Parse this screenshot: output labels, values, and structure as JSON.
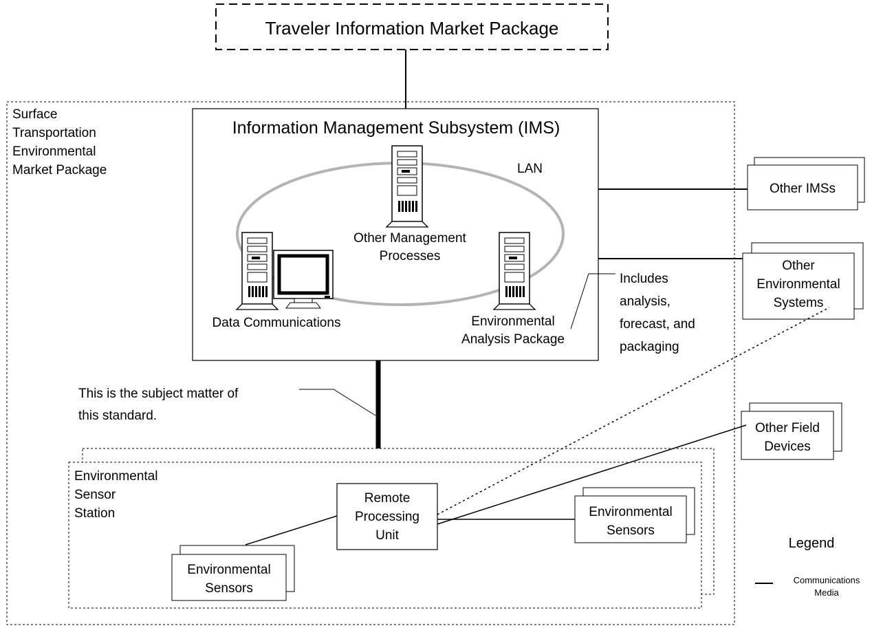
{
  "traveler_package": {
    "label": "Traveler Information Market Package"
  },
  "ste_package": {
    "lines": [
      "Surface",
      "Transportation",
      "Environmental",
      "Market Package"
    ]
  },
  "ims": {
    "title": "Information Management Subsystem (IMS)",
    "lan_label": "LAN",
    "other_mgmt": [
      "Other Management",
      "Processes"
    ],
    "data_comms": "Data Communications",
    "env_analysis": [
      "Environmental",
      "Analysis Package"
    ]
  },
  "includes_note": [
    "Includes",
    "analysis,",
    "forecast, and",
    "packaging"
  ],
  "external": {
    "other_ims": "Other IMSs",
    "other_env": [
      "Other",
      "Environmental",
      "Systems"
    ],
    "other_field": [
      "Other Field",
      "Devices"
    ]
  },
  "subject_note": [
    "This is the subject matter of",
    "this standard."
  ],
  "ess": {
    "label": [
      "Environmental",
      "Sensor",
      "Station"
    ],
    "rpu": [
      "Remote",
      "Processing",
      "Unit"
    ],
    "sensors_right": [
      "Environmental",
      "Sensors"
    ],
    "sensors_left": [
      "Environmental",
      "Sensors"
    ]
  },
  "legend": {
    "title": "Legend",
    "item": [
      "Communications",
      "Media"
    ]
  }
}
